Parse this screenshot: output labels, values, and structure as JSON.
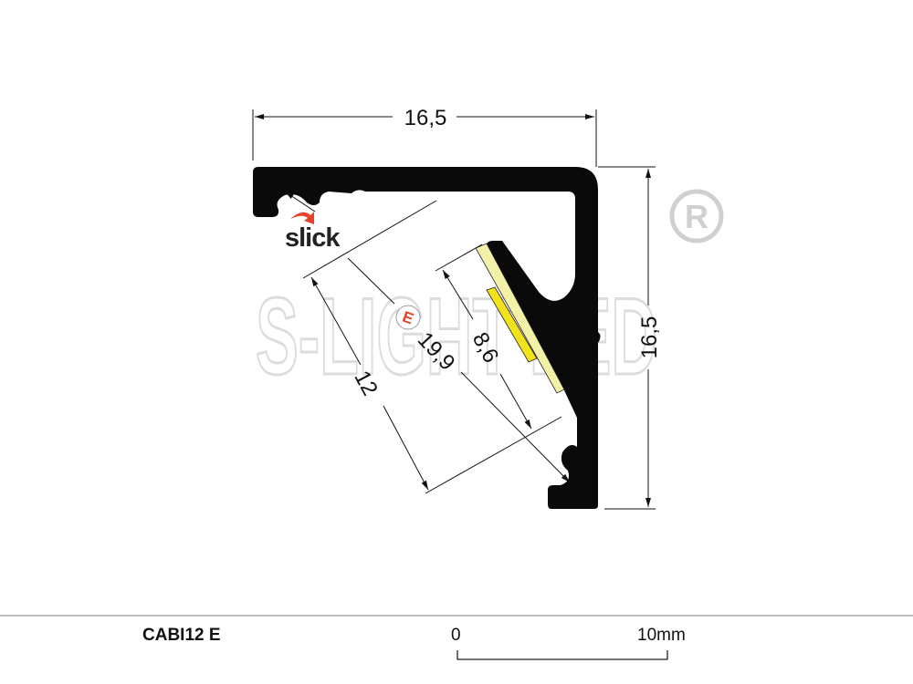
{
  "drawing": {
    "width_label": "16,5",
    "height_label": "16,5",
    "diagonal_label": "19,9",
    "depth_label": "12",
    "strip_label": "8,6",
    "variant_badge": "E",
    "logo_text": "slick",
    "watermark_text": "S-LIGHT LED",
    "registered_mark": "®"
  },
  "footer": {
    "product_code": "CABI12 E",
    "scale_start": "0",
    "scale_end": "10mm"
  },
  "colors": {
    "profile": "#0a0a0a",
    "led_strip_pale": "#f3f0a8",
    "led_strip": "#f2e21c",
    "badge": "#e8402a",
    "watermark": "#dcdcdc"
  }
}
